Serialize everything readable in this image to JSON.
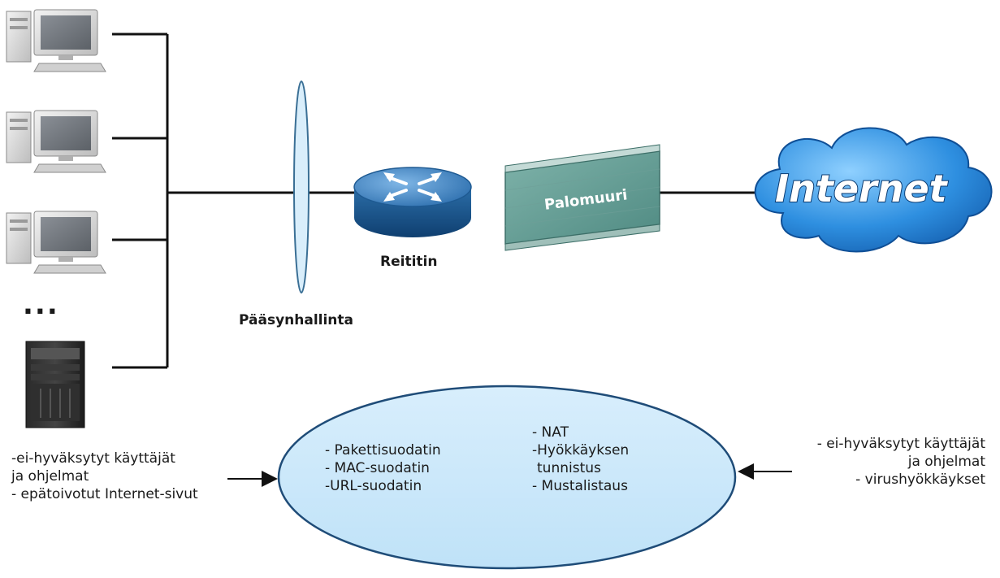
{
  "diagram": {
    "router_label": "Reititin",
    "firewall_label": "Palomuuri",
    "access_control_label": "Pääsynhallinta",
    "internet_label": "Internet",
    "ellipsis": "...",
    "left_notes": [
      "-ei-hyväksytyt käyttäjät",
      "ja ohjelmat",
      "- epätoivotut Internet-sivut"
    ],
    "right_notes": [
      "- ei-hyväksytyt käyttäjät",
      "ja ohjelmat",
      "- virushyökkäykset"
    ],
    "filter_features_left": [
      "- Pakettisuodatin",
      "- MAC-suodatin",
      "-URL-suodatin"
    ],
    "filter_features_right": [
      "- NAT",
      "-Hyökkäyksen",
      "tunnistus",
      "- Mustalistaus"
    ]
  }
}
